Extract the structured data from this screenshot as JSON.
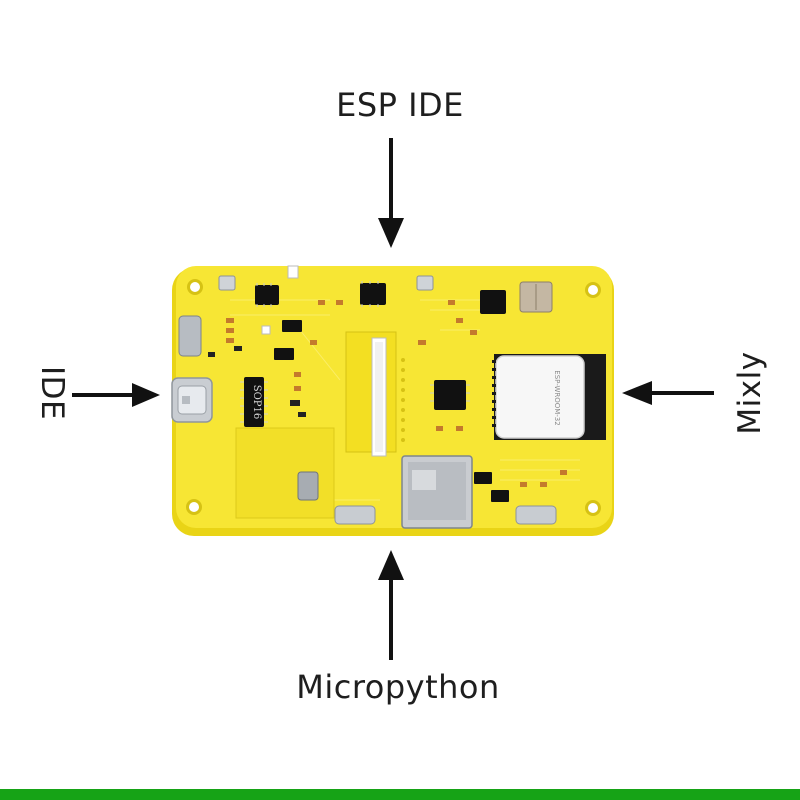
{
  "labels": {
    "top": "ESP IDE",
    "left": "IDE",
    "right": "Mixly",
    "bottom": "Micropython"
  },
  "board": {
    "chip_label": "SOP16",
    "module_label": "ESP-WROOM-32"
  },
  "colors": {
    "pcb": "#f7e634",
    "pcb_edge": "#e4cf12",
    "trace": "#fbee70",
    "chip": "#111111",
    "arrow": "#111111",
    "bottom_bar": "#16a316",
    "text": "#1e1e1e"
  }
}
